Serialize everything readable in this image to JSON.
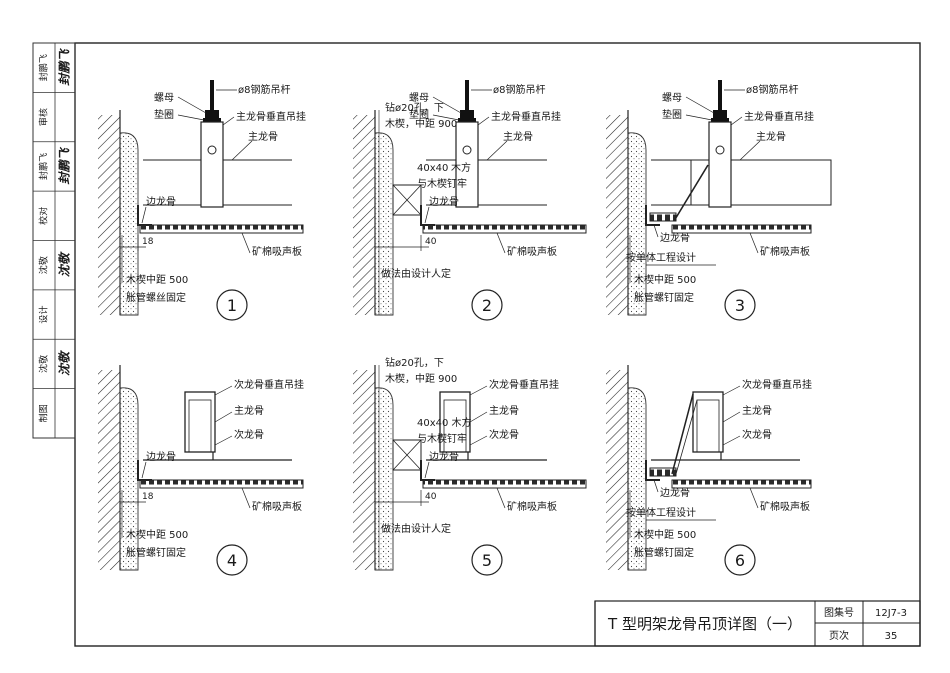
{
  "sidebar": {
    "cells": [
      {
        "label": "封鹏飞",
        "signature": "封鹏飞"
      },
      {
        "label": "审核"
      },
      {
        "label": "封鹏飞",
        "signature": "封鹏飞"
      },
      {
        "label": "校对"
      },
      {
        "label": "沈敬",
        "signature": "沈敬"
      },
      {
        "label": "设计"
      },
      {
        "label": "沈敬",
        "signature": "沈敬"
      },
      {
        "label": "制图"
      }
    ]
  },
  "details": [
    {
      "number": "1",
      "labels": {
        "rod": "ø8钢筋吊杆",
        "nut": "螺母",
        "washer": "垫圈",
        "hanger": "主龙骨垂直吊挂",
        "main_keel": "主龙骨",
        "edge_keel": "边龙骨",
        "board": "矿棉吸声板",
        "dim": "18",
        "anchor1": "木楔中距 500",
        "anchor2": "胀管螺丝固定"
      }
    },
    {
      "number": "2",
      "labels": {
        "drill1": "钻ø20孔，下",
        "drill2": "木楔，中距 900",
        "nut": "螺母",
        "washer": "垫圈",
        "rod": "ø8钢筋吊杆",
        "hanger": "主龙骨垂直吊挂",
        "main_keel": "主龙骨",
        "wood1": "40x40",
        "wood2": "木方",
        "wood3": "与木楔钉牢",
        "dim": "40",
        "edge_keel": "边龙骨",
        "board": "矿棉吸声板",
        "method": "做法由设计人定"
      }
    },
    {
      "number": "3",
      "labels": {
        "rod": "ø8钢筋吊杆",
        "nut": "螺母",
        "washer": "垫圈",
        "hanger": "主龙骨垂直吊挂",
        "main_keel": "主龙骨",
        "edge_keel": "边龙骨",
        "board": "矿棉吸声板",
        "design": "按单体工程设计",
        "anchor1": "木楔中距 500",
        "anchor2": "胀管螺钉固定"
      }
    },
    {
      "number": "4",
      "labels": {
        "hanger": "次龙骨垂直吊挂",
        "main_keel": "主龙骨",
        "sub_keel": "次龙骨",
        "edge_keel": "边龙骨",
        "board": "矿棉吸声板",
        "dim": "18",
        "anchor1": "木楔中距 500",
        "anchor2": "胀管螺钉固定"
      }
    },
    {
      "number": "5",
      "labels": {
        "drill1": "钻ø20孔，下",
        "drill2": "木楔，中距 900",
        "hanger": "次龙骨垂直吊挂",
        "wood1": "40x40 木方",
        "wood3": "与木楔钉牢",
        "main_keel": "主龙骨",
        "sub_keel": "次龙骨",
        "dim": "40",
        "edge_keel": "边龙骨",
        "board": "矿棉吸声板",
        "method": "做法由设计人定"
      }
    },
    {
      "number": "6",
      "labels": {
        "hanger": "次龙骨垂直吊挂",
        "main_keel": "主龙骨",
        "sub_keel": "次龙骨",
        "edge_keel": "边龙骨",
        "board": "矿棉吸声板",
        "design": "按单体工程设计",
        "anchor1": "木楔中距 500",
        "anchor2": "胀管螺钉固定"
      }
    }
  ],
  "title_block": {
    "title": "T 型明架龙骨吊顶详图（一）",
    "atlas_label": "图集号",
    "atlas_no": "12J7-3",
    "page_label": "页次",
    "page_no": "35"
  }
}
